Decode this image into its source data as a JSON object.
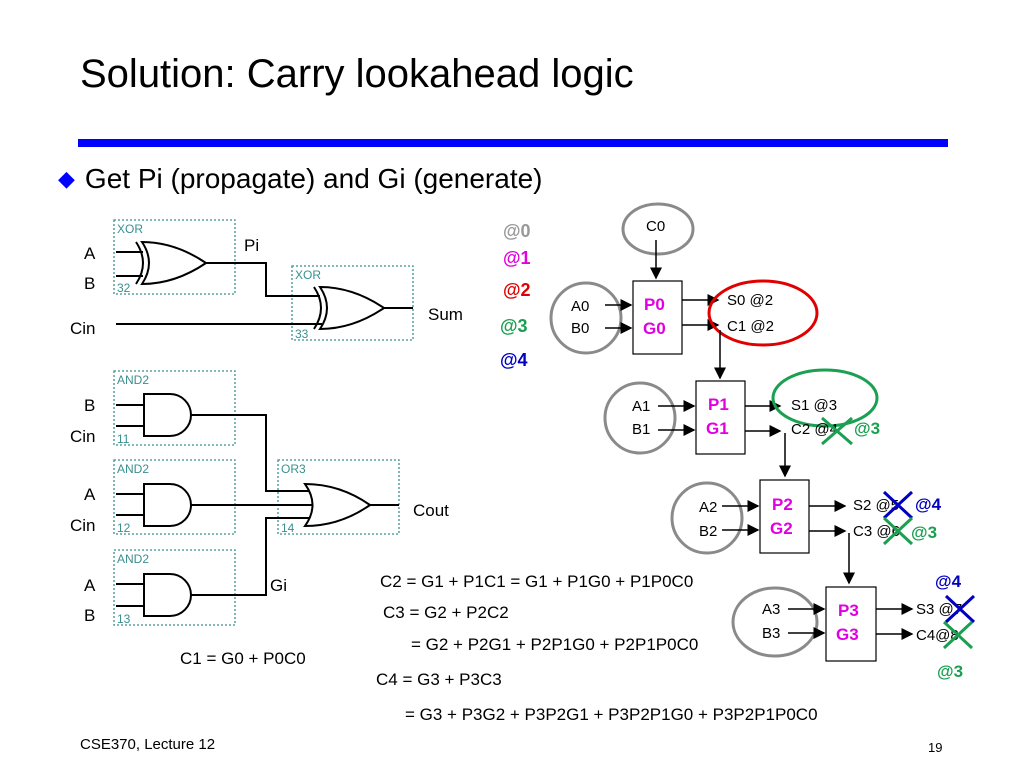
{
  "slide": {
    "title": "Solution: Carry lookahead logic",
    "bullet": "Get Pi (propagate) and Gi (generate)",
    "footer": "CSE370, Lecture 12",
    "page_number": "19"
  },
  "colors": {
    "accent_blue": "#0000ff",
    "magenta": "#e000e0",
    "red": "#e00000",
    "green": "#1aa050",
    "dark_blue": "#0000c0",
    "teal_box": "#3a8f8f",
    "gray_ellipse": "#8a8a8a"
  },
  "schematic": {
    "xor_top": {
      "type": "XOR",
      "id": "32",
      "inputs": [
        "A",
        "B"
      ],
      "output_label": "Pi"
    },
    "xor_sum": {
      "type": "XOR",
      "id": "33",
      "input": "Cin",
      "output_label": "Sum"
    },
    "and_11": {
      "type": "AND2",
      "id": "11",
      "inputs": [
        "B",
        "Cin"
      ]
    },
    "and_12": {
      "type": "AND2",
      "id": "12",
      "inputs": [
        "A",
        "Cin"
      ]
    },
    "and_13": {
      "type": "AND2",
      "id": "13",
      "inputs": [
        "A",
        "B"
      ],
      "output_label": "Gi"
    },
    "or_14": {
      "type": "OR3",
      "id": "14",
      "output_label": "Cout"
    }
  },
  "timing_legend": [
    {
      "label": "@0",
      "color": "#999999"
    },
    {
      "label": "@1",
      "color": "#e000e0"
    },
    {
      "label": "@2",
      "color": "#e00000"
    },
    {
      "label": "@3",
      "color": "#1aa050"
    },
    {
      "label": "@4",
      "color": "#0000c0"
    }
  ],
  "carry_blocks": {
    "c0": "C0",
    "b0": {
      "p": "P0",
      "g": "G0",
      "in_a": "A0",
      "in_b": "B0",
      "out1": "S0 @2",
      "out2": "C1 @2"
    },
    "b1": {
      "p": "P1",
      "g": "G1",
      "in_a": "A1",
      "in_b": "B1",
      "out1": "S1 @3",
      "out2": "C2 @4",
      "fix2": "@3"
    },
    "b2": {
      "p": "P2",
      "g": "G2",
      "in_a": "A2",
      "in_b": "B2",
      "out1": "S2 @5",
      "out2": "C3 @6",
      "fix1": "@4",
      "fix2": "@3"
    },
    "b3": {
      "p": "P3",
      "g": "G3",
      "in_a": "A3",
      "in_b": "B3",
      "out1": "S3 @7",
      "out2": "C4@8",
      "fix1": "@4",
      "fix2": "@3"
    }
  },
  "equations": {
    "c1": "C1 = G0 + P0C0",
    "c2": "C2 = G1 + P1C1 = G1 + P1G0 + P1P0C0",
    "c3": "C3 = G2 + P2C2",
    "c3b": "= G2 + P2G1 + P2P1G0 + P2P1P0C0",
    "c4": "C4 = G3 + P3C3",
    "c4b": "= G3 + P3G2 + P3P2G1 + P3P2P1G0 + P3P2P1P0C0"
  }
}
